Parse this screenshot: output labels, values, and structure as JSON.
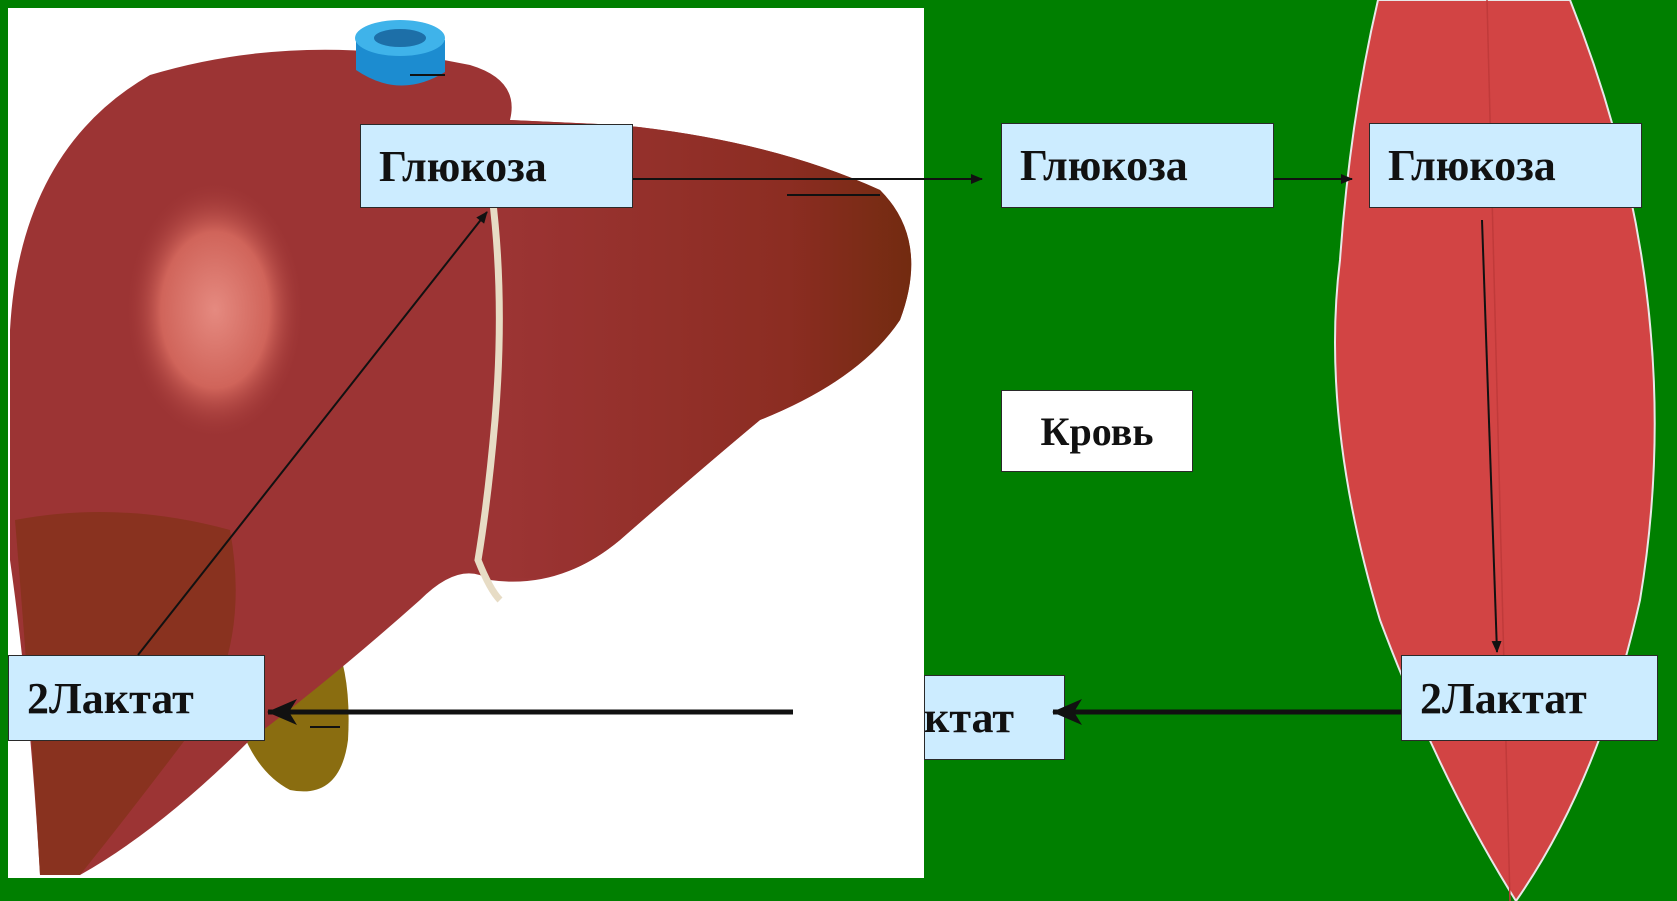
{
  "colors": {
    "background": "#007f00",
    "liver": "#9c3434",
    "liver_dark": "#7a2410",
    "muscle": "#d24444",
    "label_box": "#ccecff"
  },
  "labels": {
    "liver_glucose": "Глюкоза",
    "blood_glucose": "Глюкоза",
    "muscle_glucose": "Глюкоза",
    "blood": "Кровь",
    "liver_lactate": "2Лактат",
    "blood_lactate_partial": "ктат",
    "muscle_lactate": "2Лактат"
  },
  "icons": {
    "liver": "liver-illustration",
    "muscle": "muscle-illustration"
  }
}
